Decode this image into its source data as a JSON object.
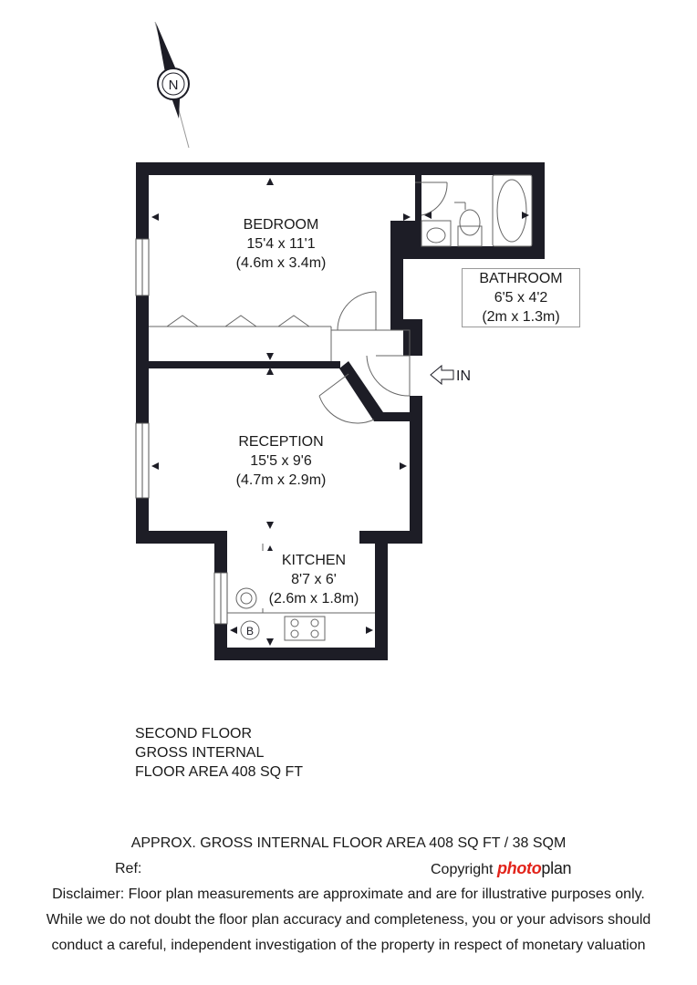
{
  "compass": {
    "label": "N"
  },
  "rooms": {
    "bedroom": {
      "name": "BEDROOM",
      "imperial": "15'4 x 11'1",
      "metric": "(4.6m x 3.4m)"
    },
    "bathroom": {
      "name": "BATHROOM",
      "imperial": "6'5 x 4'2",
      "metric": "(2m x 1.3m)"
    },
    "reception": {
      "name": "RECEPTION",
      "imperial": "15'5 x 9'6",
      "metric": "(4.7m x 2.9m)"
    },
    "kitchen": {
      "name": "KITCHEN",
      "imperial": "8'7 x  6'",
      "metric": "(2.6m x 1.8m)"
    }
  },
  "entrance": {
    "label": "IN"
  },
  "boiler": {
    "label": "B"
  },
  "floor_summary": {
    "line1": "SECOND FLOOR",
    "line2": "GROSS INTERNAL",
    "line3": "FLOOR AREA 408 SQ FT"
  },
  "footer": {
    "area": "APPROX. GROSS INTERNAL FLOOR AREA 408 SQ FT / 38 SQM",
    "ref": "Ref:",
    "copyright": "Copyright",
    "brand_part1": "photo",
    "brand_part2": "plan",
    "disclaimer1": "Disclaimer: Floor plan measurements are approximate and are for illustrative purposes only.",
    "disclaimer2": "While we do not doubt the floor plan accuracy and completeness, you or your advisors should",
    "disclaimer3": "conduct a careful, independent investigation of the property in respect of monetary valuation"
  },
  "colors": {
    "wall": "#1d1d26",
    "brand_red": "#e2231a",
    "thin_line": "#777777"
  }
}
